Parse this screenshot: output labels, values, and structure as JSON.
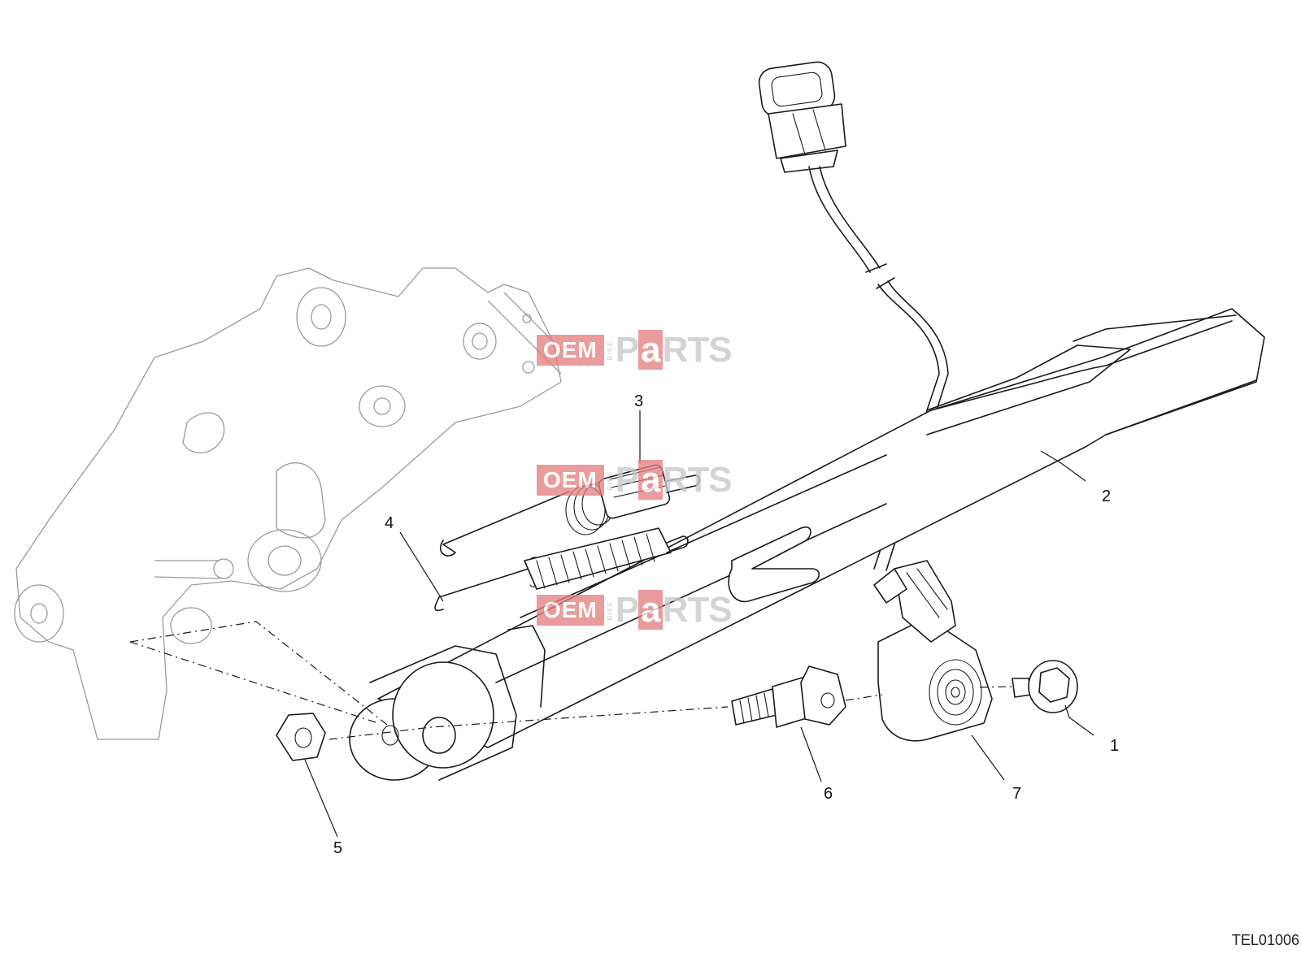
{
  "diagram_code": "TEL01006",
  "callouts": [
    "1",
    "2",
    "3",
    "4",
    "5",
    "6",
    "7"
  ],
  "watermark": {
    "oem": "OEM",
    "bike": "BIKE",
    "parts_pre": "P",
    "parts_a": "a",
    "parts_post": "RTS"
  },
  "colors": {
    "line": "#1a1a1a",
    "frame_line": "#9a9a9a",
    "watermark_accent": "#e58080"
  }
}
